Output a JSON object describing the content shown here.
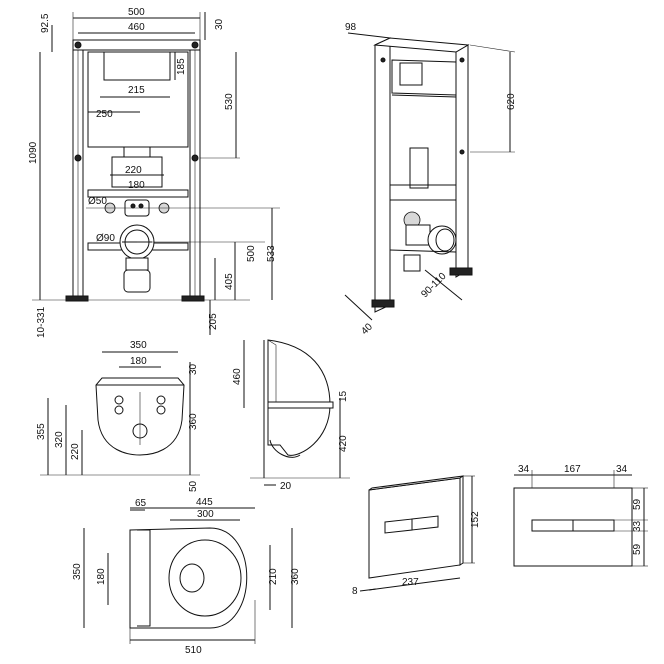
{
  "front_frame": {
    "top_width": "500",
    "inner_width": "460",
    "top_offset": "92.5",
    "top_gap": "30",
    "total_height": "1090",
    "tank_height": "185",
    "tank_half": "215",
    "tank_offset": "250",
    "cistern_height": "530",
    "bolt_spacing": "220",
    "pipe_spacing": "180",
    "pipe_dia_small": "Ø50",
    "pipe_dia_large": "Ø90",
    "h_500": "500",
    "h_533": "533",
    "h_405": "405",
    "h_205": "205",
    "foot_adjust": "10-331"
  },
  "iso_frame": {
    "depth_top": "98",
    "height": "620",
    "foot_depth": "40",
    "pipe_range": "90-110"
  },
  "bowl_front": {
    "width": "350",
    "inner_width": "180",
    "top_gap": "30",
    "h_355": "355",
    "h_320": "320",
    "h_220": "220",
    "h_360": "360",
    "bottom": "50"
  },
  "bowl_side": {
    "height": "460",
    "thickness": "15",
    "lower": "420",
    "gap": "20"
  },
  "bowl_top": {
    "back": "65",
    "length": "445",
    "inner": "300",
    "width": "350",
    "inner_height": "180",
    "seat": "210",
    "outer": "360",
    "total": "510"
  },
  "plate_iso": {
    "height": "152",
    "width": "237",
    "depth": "8"
  },
  "plate_front": {
    "margin_left": "34",
    "center": "167",
    "margin_right": "34",
    "top": "59",
    "middle": "33",
    "bottom": "59"
  }
}
